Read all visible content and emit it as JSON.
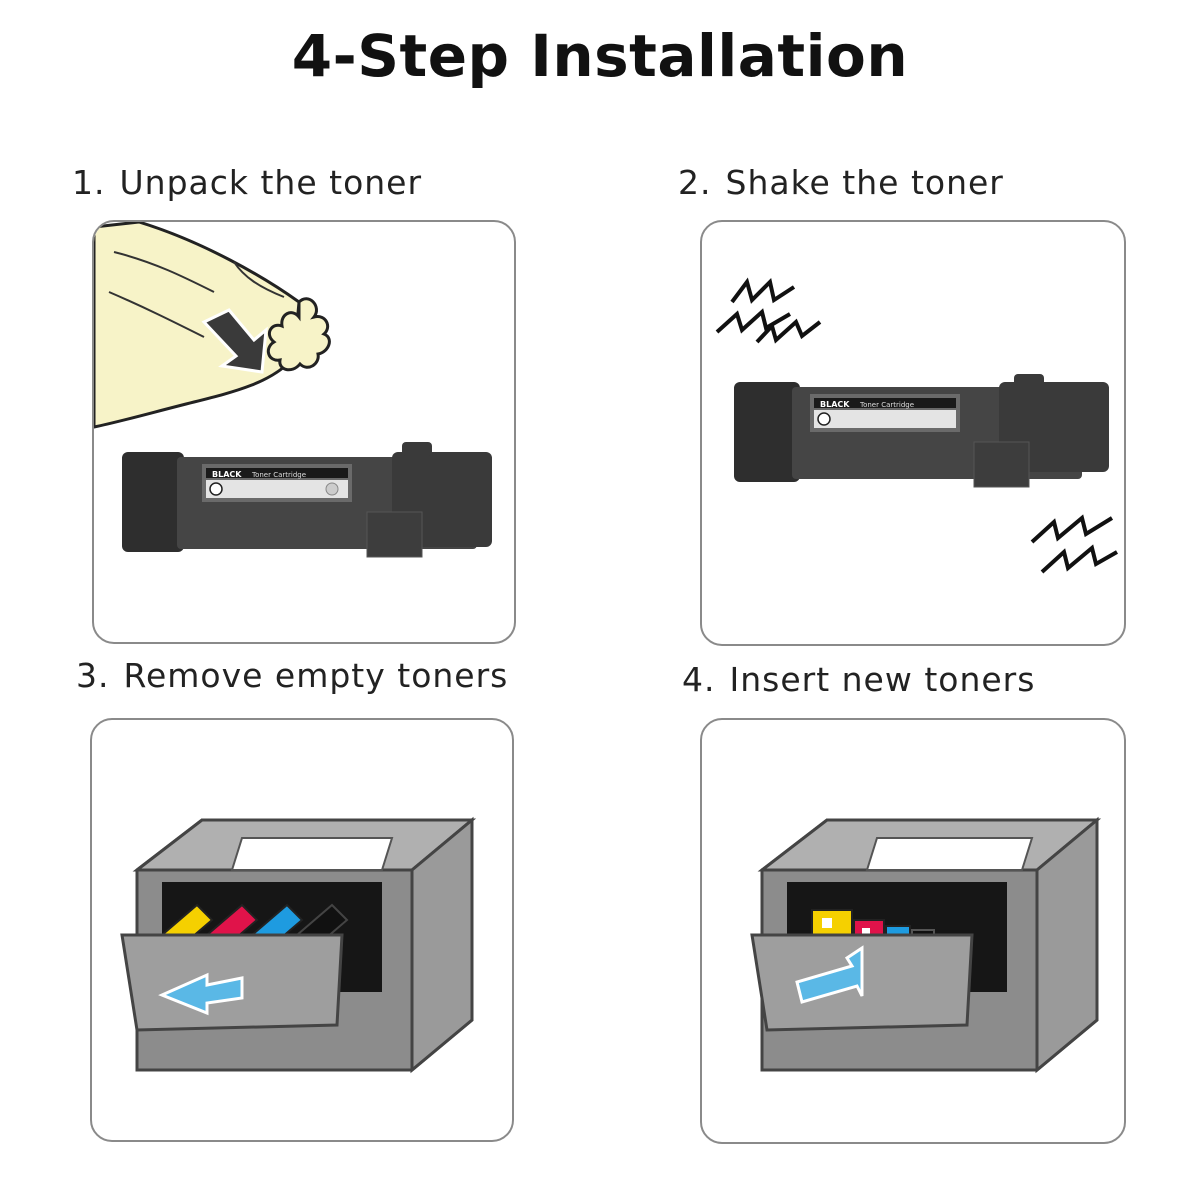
{
  "title": "4-Step Installation",
  "steps": [
    {
      "number": "1.",
      "label": "Unpack the toner",
      "illustration": "toner-unpack"
    },
    {
      "number": "2.",
      "label": "Shake the toner",
      "illustration": "toner-shake"
    },
    {
      "number": "3.",
      "label": "Remove empty toners",
      "illustration": "printer-remove"
    },
    {
      "number": "4.",
      "label": "Insert new toners",
      "illustration": "printer-insert"
    }
  ],
  "cartridge_text": {
    "color": "BLACK",
    "type": "Toner Cartridge"
  },
  "colors": {
    "wrapper": "#f7f3c8",
    "cartridge": "#3d3d3d",
    "printer": "#8c8c8c",
    "arrow": "#5ab8e6",
    "toner_yellow": "#f5d000",
    "toner_magenta": "#e0134a",
    "toner_cyan": "#1e9be0",
    "toner_black": "#1a1a1a"
  }
}
